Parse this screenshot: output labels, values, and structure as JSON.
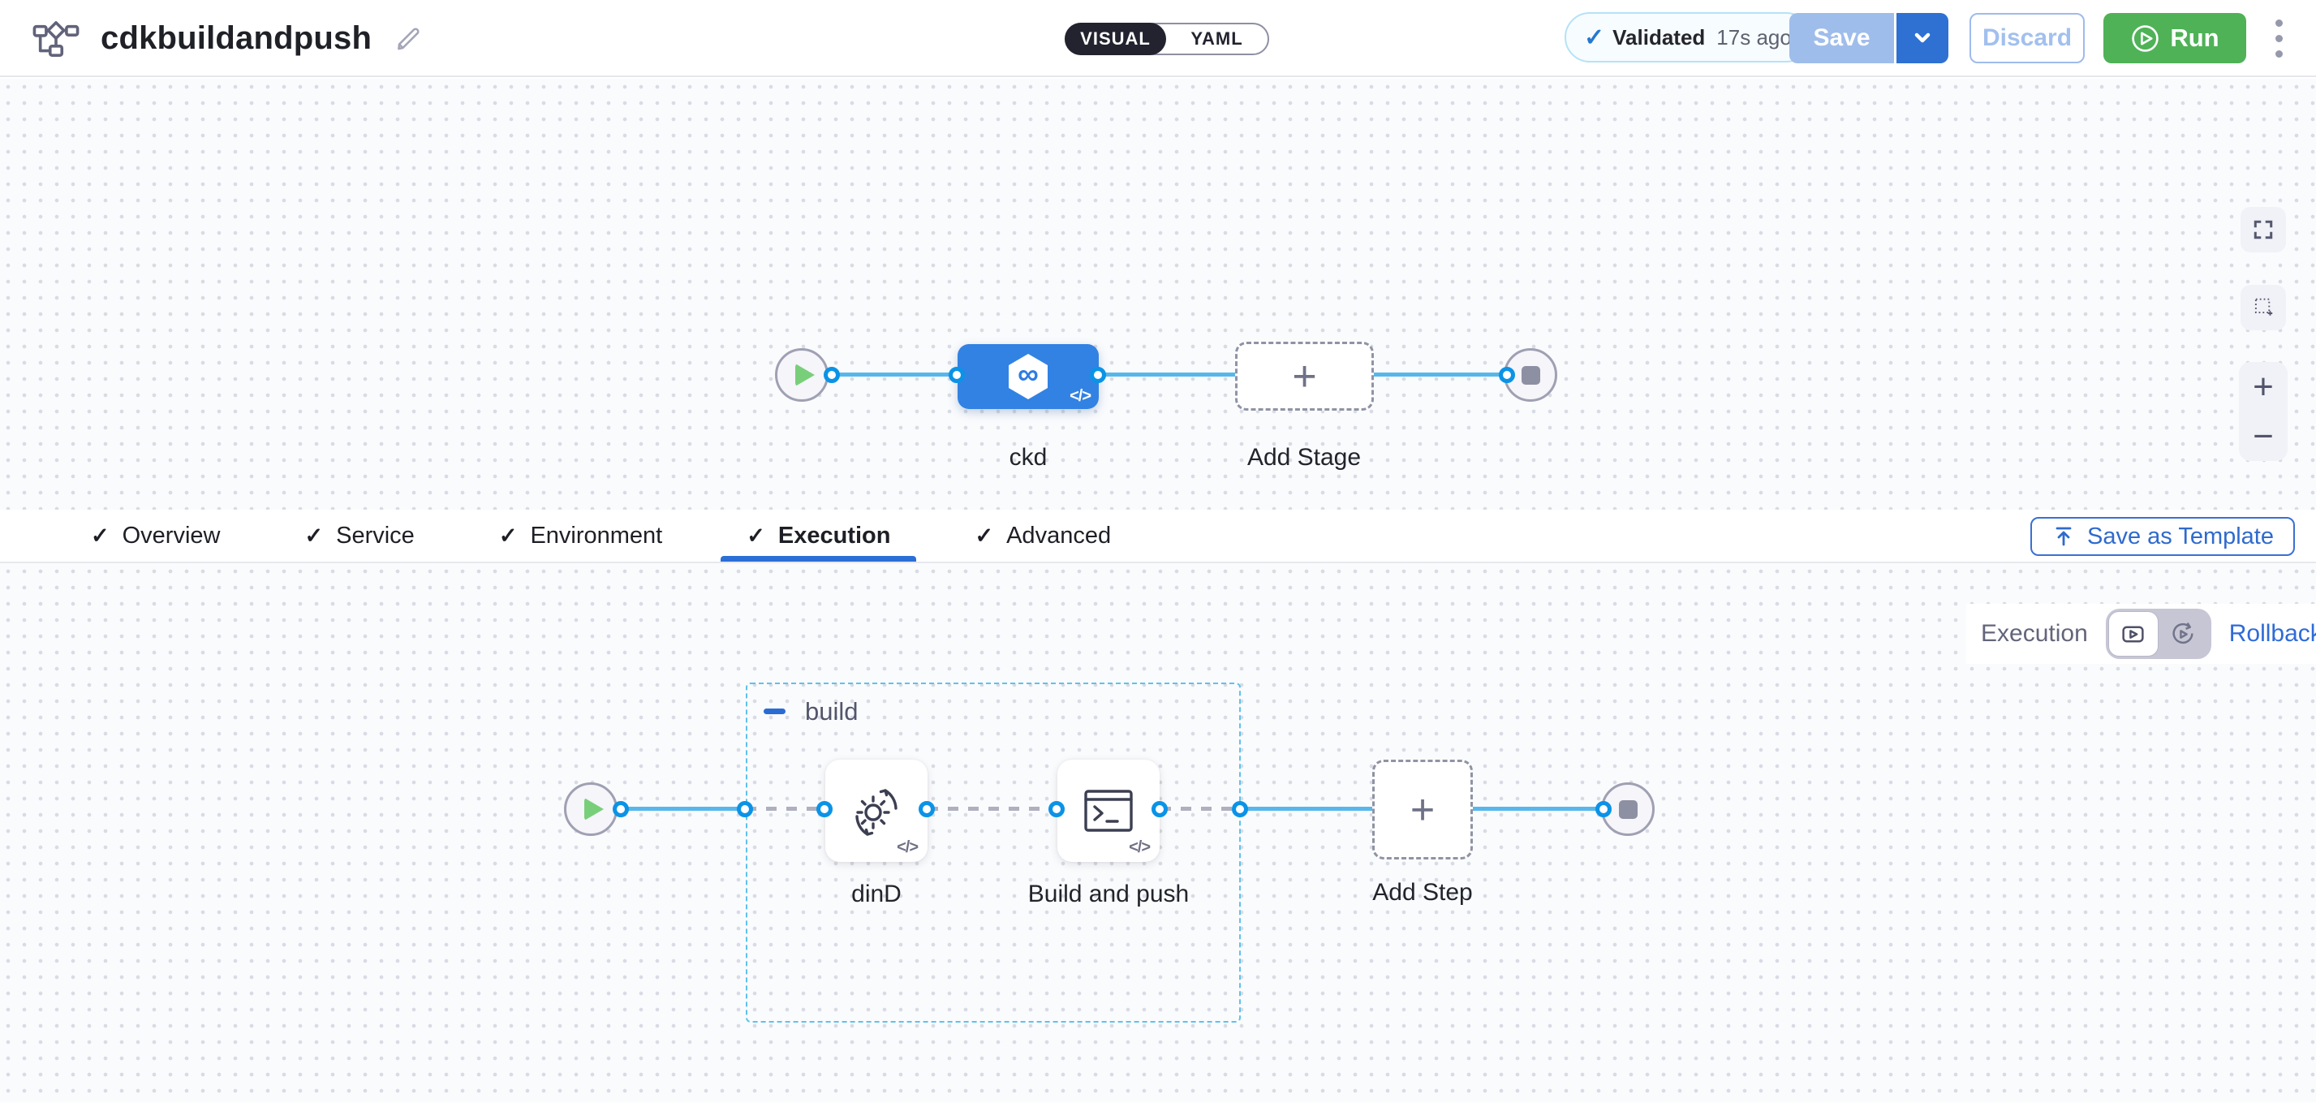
{
  "icons": {
    "check": "✓",
    "plus": "+",
    "minus": "−",
    "infinity": "∞",
    "code": "</>"
  },
  "colors": {
    "stage_blue": "#3182e3",
    "primary_blue": "#2e71d2",
    "run_green": "#4fb257",
    "connector_blue": "#57b7ea",
    "port_blue": "#0b93e6",
    "group_border_blue": "#5ec2ec",
    "link_blue": "#2f6bd8"
  },
  "header": {
    "title": "cdkbuildandpush",
    "mode_toggle": {
      "visual": "VISUAL",
      "yaml": "YAML",
      "selected": "VISUAL"
    },
    "validation": {
      "label": "Validated",
      "time": "17s ago"
    },
    "save_label": "Save",
    "discard_label": "Discard",
    "run_label": "Run"
  },
  "stage_canvas": {
    "stage_name": "ckd",
    "add_stage_label": "Add Stage"
  },
  "tabs": {
    "items": [
      {
        "label": "Overview"
      },
      {
        "label": "Service"
      },
      {
        "label": "Environment"
      },
      {
        "label": "Execution"
      },
      {
        "label": "Advanced"
      }
    ],
    "active": "Execution",
    "save_as_template_label": "Save as Template"
  },
  "execution_canvas": {
    "view_label": "Execution",
    "rollback_label": "Rollback",
    "group_name": "build",
    "steps": [
      {
        "name": "dinD"
      },
      {
        "name": "Build and push"
      }
    ],
    "add_step_label": "Add Step"
  }
}
